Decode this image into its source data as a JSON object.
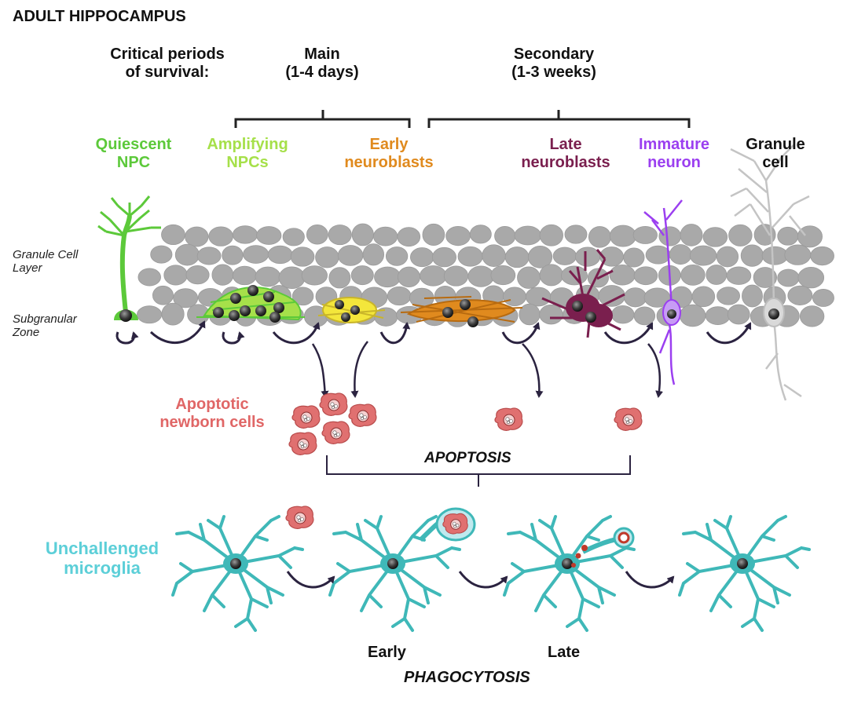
{
  "title": "ADULT HIPPOCAMPUS",
  "survival": {
    "label_line1": "Critical periods",
    "label_line2": "of survival:",
    "main_line1": "Main",
    "main_line2": "(1-4 days)",
    "secondary_line1": "Secondary",
    "secondary_line2": "(1-3 weeks)"
  },
  "cells": {
    "quiescent": {
      "line1": "Quiescent",
      "line2": "NPC",
      "color": "#5cc93a"
    },
    "amplifying": {
      "line1": "Amplifying",
      "line2": "NPCs",
      "color": "#a6e04a"
    },
    "early": {
      "line1": "Early",
      "line2": "neuroblasts",
      "color": "#e08a1e"
    },
    "late": {
      "line1": "Late",
      "line2": "neuroblasts",
      "color": "#7a1f4e"
    },
    "immature": {
      "line1": "Immature",
      "line2": "neuron",
      "color": "#9b3ff0"
    },
    "granule": {
      "line1": "Granule",
      "line2": "cell",
      "color": "#111111"
    }
  },
  "layers": {
    "gcl_line1": "Granule Cell",
    "gcl_line2": "Layer",
    "sgz_line1": "Subgranular",
    "sgz_line2": "Zone"
  },
  "apoptotic": {
    "line1": "Apoptotic",
    "line2": "newborn cells",
    "color": "#e06666"
  },
  "apoptosis_label": "APOPTOSIS",
  "microglia": {
    "line1": "Unchallenged",
    "line2": "microglia",
    "color": "#5ccfd8"
  },
  "phase_early": "Early",
  "phase_late": "Late",
  "phagocytosis_label": "PHAGOCYTOSIS",
  "colors": {
    "layer_cell": "#a9a9a9",
    "arrow": "#2b2340",
    "microglia_fill": "#3fb8b8",
    "apoptotic_fill": "#e07070"
  }
}
